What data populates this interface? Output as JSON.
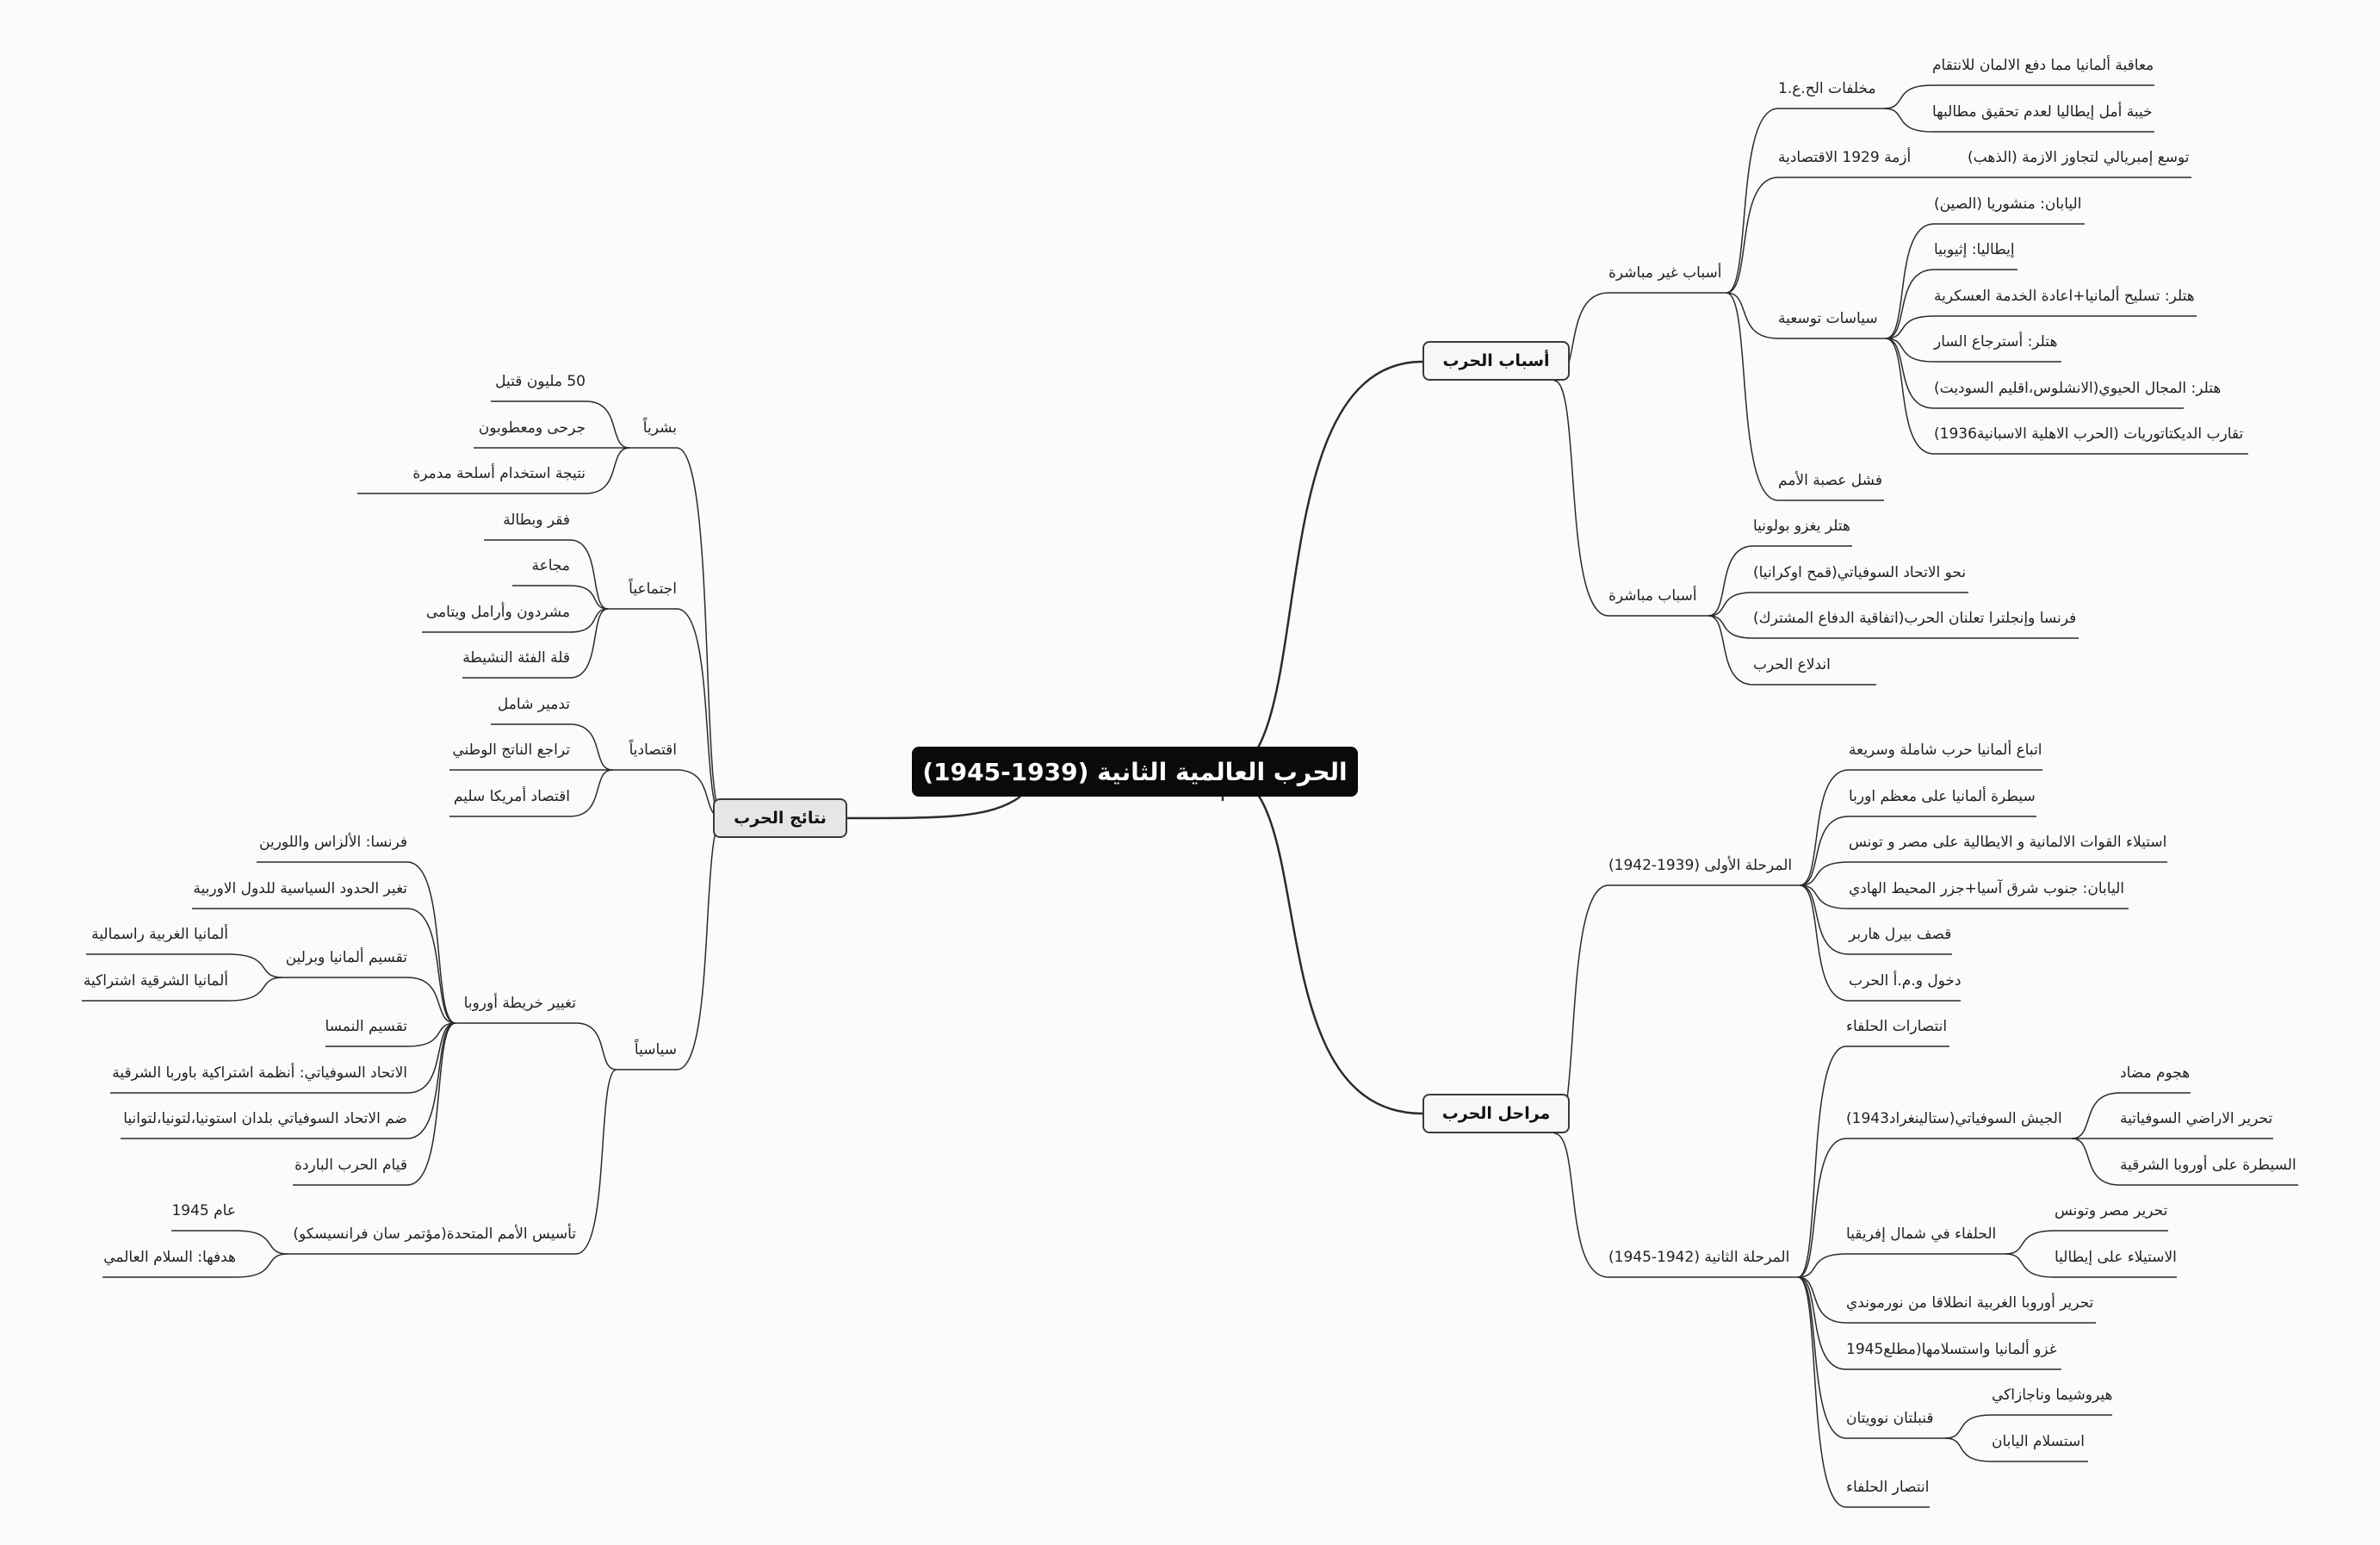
{
  "central_topic": "الحرب العالمية الثانية (1939-1945)",
  "branches": {
    "causes": {
      "label": "أسباب الحرب",
      "indirect": {
        "label": "أسباب غير مباشرة",
        "ww1": {
          "label": "مخلفات الح.ع.1",
          "items": [
            "معاقبة ألمانيا مما دفع الالمان للانتقام",
            "خيبة أمل إيطاليا لعدم تحقيق مطالبها"
          ]
        },
        "crisis1929": {
          "label": "أزمة 1929 الاقتصادية",
          "items": [
            "توسع إمبريالي لتجاوز الازمة (الذهب)"
          ]
        },
        "expansion": {
          "label": "سياسات توسعية",
          "items": [
            "اليابان: منشوريا (الصين)",
            "إيطاليا: إثيوبيا",
            "هتلر: تسليح ألمانيا+اعادة الخدمة العسكرية",
            "هتلر: أسترجاع السار",
            "هتلر: المجال الحيوي(الانشلوس،اقليم السوديت)",
            "تقارب الديكتاتوريات (الحرب الاهلية الاسبانية1936)"
          ]
        },
        "league": {
          "label": "فشل عصبة الأمم"
        }
      },
      "direct": {
        "label": "أسباب مباشرة",
        "items": [
          "هتلر يغزو بولونيا",
          "نحو الاتحاد السوفياتي(قمح اوكرانيا)",
          "فرنسا وإنجلترا تعلنان الحرب(اتفاقية الدفاع المشترك)",
          "اندلاع الحرب"
        ]
      }
    },
    "stages": {
      "label": "مراحل الحرب",
      "first": {
        "label": "المرحلة الأولى (1939-1942)",
        "items": [
          "اتباع ألمانيا حرب شاملة وسريعة",
          "سيطرة ألمانيا على معظم اوربا",
          "استيلاء القوات الالمانية و الايطالية على مصر و تونس",
          "اليابان: جنوب شرق آسيا+جزر المحيط الهادي",
          "قصف بيرل هاربر",
          "دخول و.م.أ الحرب"
        ]
      },
      "second": {
        "label": "المرحلة الثانية (1942-1945)",
        "allied_victories": "انتصارات الحلفاء",
        "soviet": {
          "label": "الجيش السوفياتي(ستالينغراد1943)",
          "items": [
            "هجوم مضاد",
            "تحرير الاراضي السوفياتية",
            "السيطرة على أوروبا الشرقية"
          ]
        },
        "north_africa": {
          "label": "الحلفاء في شمال إفريقيا",
          "items": [
            "تحرير مصر وتونس",
            "الاستيلاء على إيطاليا"
          ]
        },
        "normandy": "تحرير أوروبا الغربية انطلاقا من نورموندي",
        "germany": "غزو ألمانيا واستسلامها(مطلع1945",
        "bombs": {
          "label": "قنبلتان نوويتان",
          "items": [
            "هيروشيما وناجازاكي",
            "استسلام اليابان"
          ]
        },
        "final": "انتصار الحلفاء"
      }
    },
    "results": {
      "label": "نتائج الحرب",
      "human": {
        "label": "بشرياً",
        "items": [
          "50 مليون قتيل",
          "جرحى ومعطوبون",
          "نتيجة استخدام أسلحة مدمرة"
        ]
      },
      "social": {
        "label": "اجتماعياً",
        "items": [
          "فقر وبطالة",
          "مجاعة",
          "مشردون وأرامل ويتامى",
          "قلة الفئة النشيطة"
        ]
      },
      "economic": {
        "label": "اقتصادياً",
        "items": [
          "تدمير شامل",
          "تراجع الناتج الوطني",
          "اقتصاد أمريكا سليم"
        ]
      },
      "political": {
        "label": "سياسياً",
        "map": {
          "label": "تغيير خريطة أوروبا",
          "france": "فرنسا: الألزاس واللورين",
          "borders": "تغير الحدود السياسية للدول الاوربية",
          "germany_split": {
            "label": "تقسيم ألمانيا وبرلين",
            "items": [
              "ألمانيا الغربية راسمالية",
              "ألمانيا الشرقية اشتراكية"
            ]
          },
          "austria": "تقسيم النمسا",
          "soviet_east": "الاتحاد السوفياتي: أنظمة اشتراكية باوربا الشرقية",
          "baltic": "ضم الاتحاد السوفياتي بلدان استونيا،لتونيا،لتوانيا",
          "cold_war": "قيام الحرب الباردة"
        },
        "un": {
          "label": "تأسيس الأمم المتحدة(مؤتمر سان فرانسيسكو)",
          "items": [
            "عام 1945",
            "هدفها: السلام العالمي"
          ]
        }
      }
    }
  }
}
